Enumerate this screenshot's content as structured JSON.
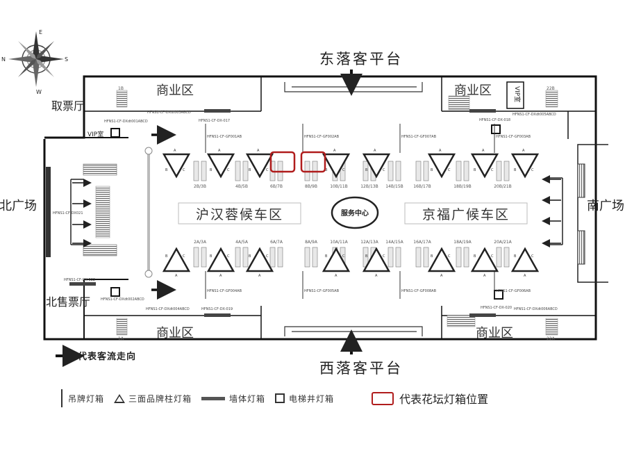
{
  "map": {
    "compass_letters": {
      "e": "E",
      "s": "S",
      "w": "W",
      "n": "N"
    },
    "east_platform": "东落客平台",
    "west_platform": "西落客平台",
    "north_plaza": "北广场",
    "south_plaza": "南广场",
    "ticket_pickup": "取票厅",
    "north_ticket_hall": "北售票厅",
    "vip_room": "VIP室",
    "commercial": "商业区",
    "service_center": "服务中心",
    "waiting_left": "沪汉蓉候车区",
    "waiting_right": "京福广候车区",
    "flow_legend": "代表客流走向",
    "top_gates": [
      "2B/3B",
      "4B/5B",
      "6B/7B",
      "8B/9B",
      "10B/11B",
      "12B/13B",
      "14B/15B",
      "16B/17B",
      "18B/19B",
      "20B/21B"
    ],
    "bottom_gates": [
      "2A/3A",
      "4A/5A",
      "6A/7A",
      "8A/9A",
      "10A/11A",
      "12A/13A",
      "14A/15A",
      "16A/17A",
      "18A/19A",
      "20A/21A"
    ],
    "small_codes": {
      "c001ab": "HFNS1-CF-GF001AB",
      "c002ab": "HFNS1-CF-GF002AB",
      "c007ab": "HFNS1-CF-GF007AB",
      "c003ab": "HFNS1-CF-GF003AB",
      "c004ab": "HFNS1-CF-GF004AB",
      "c005ab": "HFNS1-CF-GF005AB",
      "c008ab": "HFNS1-CF-GF008AB",
      "c006ab": "HFNS1-CF-GF006AB",
      "dx017": "HFNS1-CF-DX-017",
      "dx018": "HFNS1-CF-DX-018",
      "dx019": "HFNS1-CF-DX-019",
      "dx020": "HFNS1-CF-DX-020",
      "dx022": "HFNS1-CF-DX-022",
      "dt001": "HFNS1-CF-DXdt001ABCD",
      "dt002": "HFNS1-CF-DXdt002ABCD",
      "dt003": "HFNS1-CF-DXdt003ABCD",
      "dt004": "HFNS1-CF-DXdt004ABCD",
      "dt005": "HFNS1-CF-DXdt005ABCD",
      "dt006": "HFNS1-CF-DXdt006ABCD",
      "d021": "HFNS1-CF-DX021"
    },
    "corner_marks": {
      "tl": "1B",
      "tr": "22B",
      "bl": "1A",
      "br": "22A"
    },
    "triangle_faces": {
      "a": "A",
      "b": "B",
      "c": "C"
    }
  },
  "legend": {
    "hanging": "吊牌灯箱",
    "triangle": "三面品牌柱灯箱",
    "wall": "墙体灯箱",
    "elevator": "电梯井灯箱",
    "flower": "代表花坛灯箱位置"
  }
}
